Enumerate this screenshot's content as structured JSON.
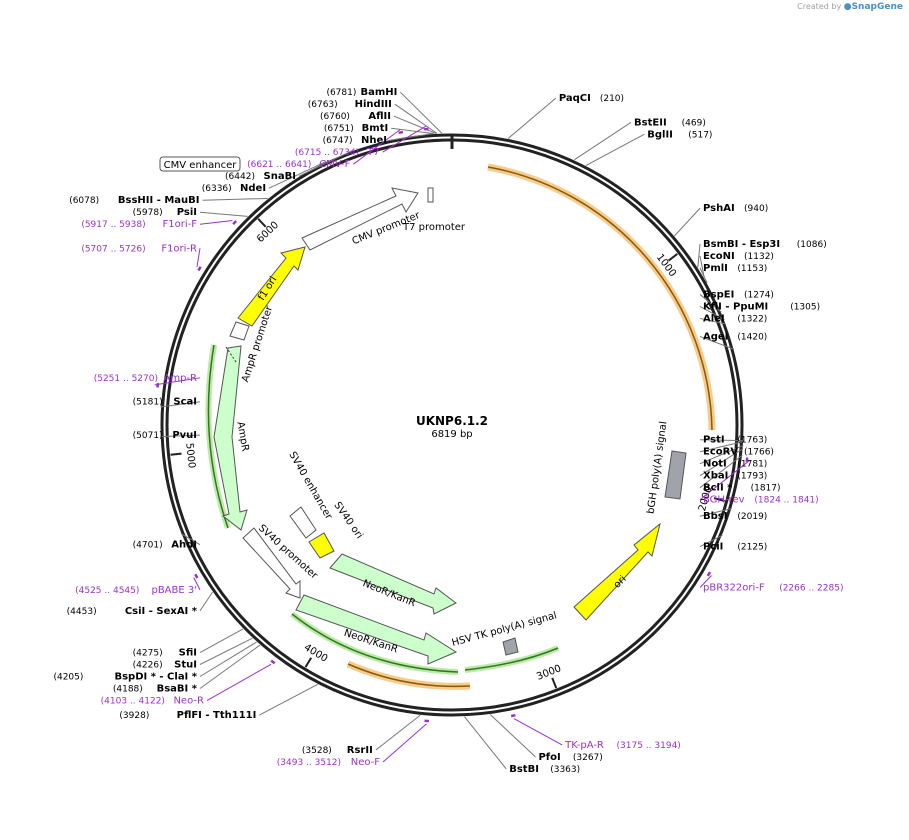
{
  "app": {
    "credit_prefix": "Created by",
    "credit_brand": "SnapGene"
  },
  "plasmid": {
    "name": "UKNP6.1.2",
    "length_label": "6819 bp",
    "length": 6819
  },
  "colors": {
    "primer": "#9b30c8",
    "backbone": "#222222",
    "ori": "#ffff00",
    "resistance": "#ccffcc",
    "promoter": "#ffffff",
    "polyA": "#a0a4aa",
    "highlight": "#f4c27a",
    "arrow_green": "#2d7a1e"
  },
  "ticks": [
    {
      "pos": 1000,
      "label": "1000"
    },
    {
      "pos": 2000,
      "label": "2000"
    },
    {
      "pos": 3000,
      "label": "3000"
    },
    {
      "pos": 4000,
      "label": "4000"
    },
    {
      "pos": 5000,
      "label": "5000"
    },
    {
      "pos": 6000,
      "label": "6000"
    }
  ],
  "sites": [
    {
      "pos": 6781,
      "name": "BamHI",
      "pos_label": "(6781)"
    },
    {
      "pos": 210,
      "name": "PaqCI",
      "pos_label": "(210)"
    },
    {
      "pos": 469,
      "name": "BstEII",
      "pos_label": "(469)"
    },
    {
      "pos": 517,
      "name": "BglII",
      "pos_label": "(517)"
    },
    {
      "pos": 940,
      "name": "PshAI",
      "pos_label": "(940)"
    },
    {
      "pos": 1086,
      "name": "BsmBI - Esp3I",
      "pos_label": "(1086)"
    },
    {
      "pos": 1132,
      "name": "EcoNI",
      "pos_label": "(1132)"
    },
    {
      "pos": 1153,
      "name": "PmlI",
      "pos_label": "(1153)"
    },
    {
      "pos": 1274,
      "name": "BspEI",
      "pos_label": "(1274)"
    },
    {
      "pos": 1305,
      "name": "KflI - PpuMI",
      "pos_label": "(1305)"
    },
    {
      "pos": 1322,
      "name": "AleI",
      "pos_label": "(1322)"
    },
    {
      "pos": 1420,
      "name": "AgeI",
      "pos_label": "(1420)"
    },
    {
      "pos": 1763,
      "name": "PstI",
      "pos_label": "(1763)"
    },
    {
      "pos": 1766,
      "name": "EcoRV",
      "pos_label": "(1766)"
    },
    {
      "pos": 1781,
      "name": "NotI",
      "pos_label": "(1781)"
    },
    {
      "pos": 1793,
      "name": "XbaI",
      "pos_label": "(1793)"
    },
    {
      "pos": 1817,
      "name": "BclI *",
      "pos_label": "(1817)"
    },
    {
      "pos": 2019,
      "name": "BbsI",
      "pos_label": "(2019)"
    },
    {
      "pos": 2125,
      "name": "PciI",
      "pos_label": "(2125)"
    },
    {
      "pos": 3267,
      "name": "PfoI",
      "pos_label": "(3267)"
    },
    {
      "pos": 3363,
      "name": "BstBI",
      "pos_label": "(3363)"
    },
    {
      "pos": 3528,
      "name": "RsrII",
      "pos_label": "(3528)"
    },
    {
      "pos": 3928,
      "name": "PflFI - Tth111I",
      "pos_label": "(3928)"
    },
    {
      "pos": 4188,
      "name": "BsaBI *",
      "pos_label": "(4188)"
    },
    {
      "pos": 4205,
      "name": "BspDI * - ClaI *",
      "pos_label": "(4205)"
    },
    {
      "pos": 4226,
      "name": "StuI",
      "pos_label": "(4226)"
    },
    {
      "pos": 4275,
      "name": "SfiI",
      "pos_label": "(4275)"
    },
    {
      "pos": 4453,
      "name": "CsiI - SexAI *",
      "pos_label": "(4453)"
    },
    {
      "pos": 4701,
      "name": "AhdI",
      "pos_label": "(4701)"
    },
    {
      "pos": 5071,
      "name": "PvuI",
      "pos_label": "(5071)"
    },
    {
      "pos": 5181,
      "name": "ScaI",
      "pos_label": "(5181)"
    },
    {
      "pos": 5978,
      "name": "PsiI",
      "pos_label": "(5978)"
    },
    {
      "pos": 6078,
      "name": "BssHII - MauBI",
      "pos_label": "(6078)"
    },
    {
      "pos": 6336,
      "name": "NdeI",
      "pos_label": "(6336)"
    },
    {
      "pos": 6442,
      "name": "SnaBI",
      "pos_label": "(6442)"
    },
    {
      "pos": 6747,
      "name": "NheI",
      "pos_label": "(6747)"
    },
    {
      "pos": 6751,
      "name": "BmtI",
      "pos_label": "(6751)"
    },
    {
      "pos": 6760,
      "name": "AflII",
      "pos_label": "(6760)"
    },
    {
      "pos": 6763,
      "name": "HindIII",
      "pos_label": "(6763)"
    }
  ],
  "primers": [
    {
      "name": "T7",
      "range": "(6715 .. 6734)",
      "pos": 6725
    },
    {
      "name": "CMV-F",
      "range": "(6621 .. 6641)",
      "pos": 6631
    },
    {
      "name": "F1ori-F",
      "range": "(5917 .. 5938)",
      "pos": 5928
    },
    {
      "name": "F1ori-R",
      "range": "(5707 .. 5726)",
      "pos": 5716
    },
    {
      "name": "Amp-R",
      "range": "(5251 .. 5270)",
      "pos": 5260
    },
    {
      "name": "pBABE 3'",
      "range": "(4525 .. 4545)",
      "pos": 4535
    },
    {
      "name": "Neo-R",
      "range": "(4103 .. 4122)",
      "pos": 4112
    },
    {
      "name": "Neo-F",
      "range": "(3493 .. 3512)",
      "pos": 3502
    },
    {
      "name": "TK-pA-R",
      "range": "(3175 .. 3194)",
      "pos": 3184
    },
    {
      "name": "pBR322ori-F",
      "range": "(2266 .. 2285)",
      "pos": 2275
    },
    {
      "name": "BGH-rev",
      "range": "(1824 .. 1841)",
      "pos": 1832
    }
  ],
  "features": [
    {
      "name": "CMV enhancer"
    },
    {
      "name": "CMV promoter"
    },
    {
      "name": "T7 promoter"
    },
    {
      "name": "f1 ori"
    },
    {
      "name": "AmpR promoter"
    },
    {
      "name": "AmpR"
    },
    {
      "name": "SV40 enhancer"
    },
    {
      "name": "SV40 ori"
    },
    {
      "name": "SV40 promoter"
    },
    {
      "name": "NeoR/KanR"
    },
    {
      "name": "NeoR/KanR"
    },
    {
      "name": "HSV TK poly(A) signal"
    },
    {
      "name": "ori"
    },
    {
      "name": "bGH poly(A) signal"
    }
  ]
}
